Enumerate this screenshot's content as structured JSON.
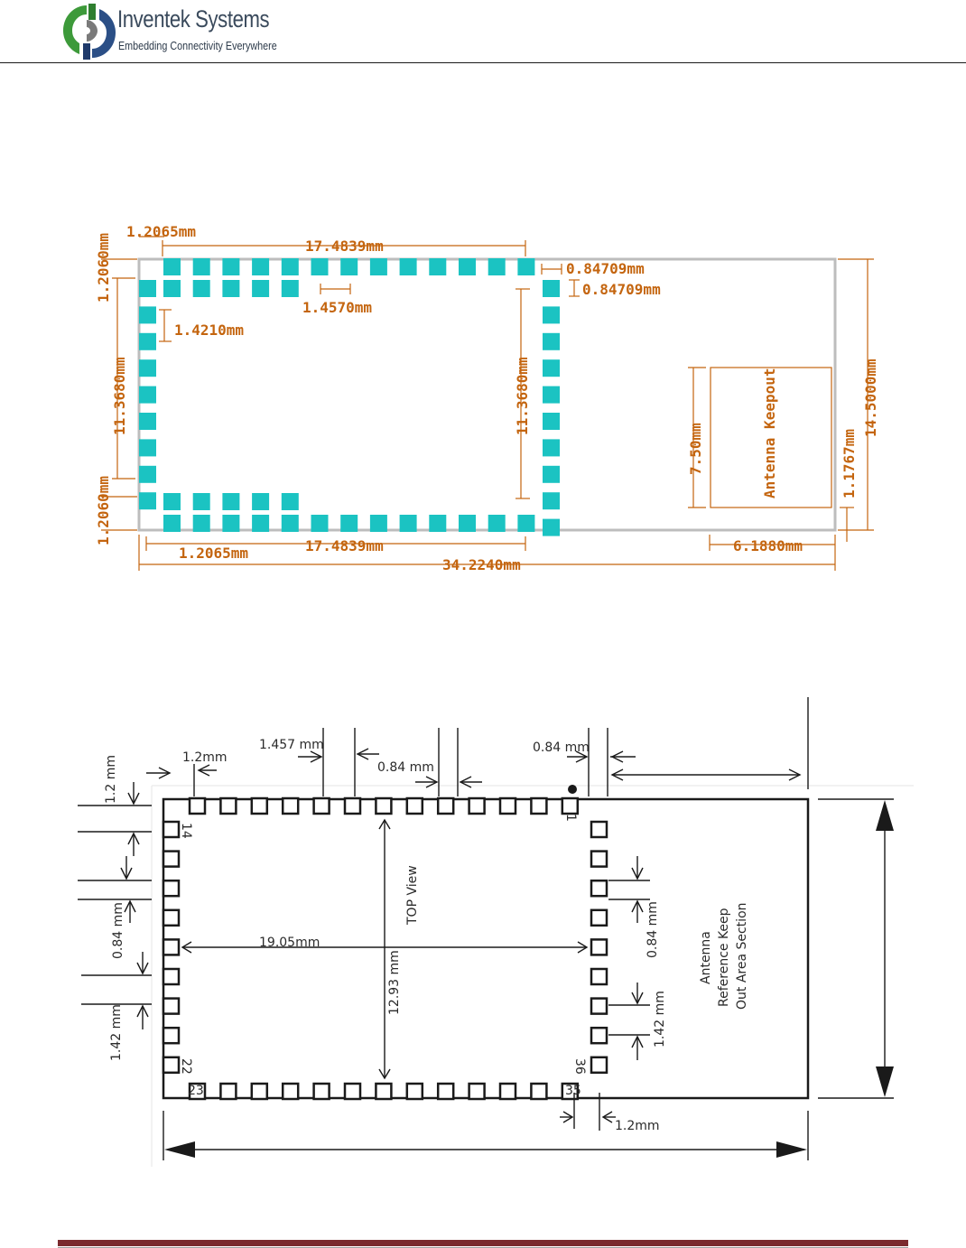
{
  "header": {
    "company": "Inventek Systems",
    "tagline": "Embedding Connectivity Everywhere"
  },
  "footprint": {
    "top_pitch_left": "1.2065mm",
    "top_span": "17.4839mm",
    "left_top_height": "1.2060mm",
    "pad_width": "0.84709mm",
    "pad_height": "0.84709mm",
    "pad_gap": "1.4570mm",
    "side_pitch": "1.4210mm",
    "left_span": "11.3680mm",
    "right_span": "11.3680mm",
    "left_bottom_height": "1.2060mm",
    "bottom_pitch_left": "1.2065mm",
    "bottom_span": "17.4839mm",
    "total_width": "34.2240mm",
    "antenna_width": "6.1880mm",
    "total_height": "14.5000mm",
    "antenna_offset": "1.1767mm",
    "antenna_height": "7.50mm",
    "antenna_label": "Antenna Keepout"
  },
  "top_view": {
    "top_gap": "1.2 mm",
    "corner_offset": "1.2mm",
    "pitch_top": "1.457 mm",
    "pad_top": "0.84 mm",
    "pad_top_right": "0.84 mm",
    "left_pad": "0.84 mm",
    "left_pitch": "1.42 mm",
    "inner_width": "19.05mm",
    "inner_height": "12.93 mm",
    "view_label": "TOP View",
    "right_pad": "0.84 mm",
    "right_pitch": "1.42 mm",
    "bottom_offset": "1.2mm",
    "antenna_line1": "Antenna",
    "antenna_line2": "Reference Keep",
    "antenna_line3": "Out Area Section",
    "pin_1": "1",
    "pin_14": "14",
    "pin_22": "22",
    "pin_23": "23",
    "pin_35": "35",
    "pin_36": "36"
  },
  "colors": {
    "pad": "#1bc3c2",
    "dimension": "#c4650f",
    "outline": "#bdbdbd",
    "footer": "#7b2a2e"
  }
}
